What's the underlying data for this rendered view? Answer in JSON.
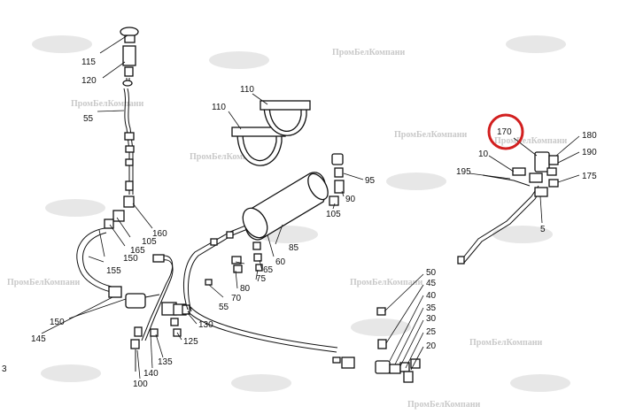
{
  "watermark": {
    "text": "ПромБелКомпани"
  },
  "highlight": {
    "callout": "170",
    "color": "#d21f1f"
  },
  "callouts": {
    "c5": "5",
    "c10": "10",
    "c20": "20",
    "c25": "25",
    "c30": "30",
    "c35": "35",
    "c45": "45",
    "c50": "50",
    "c55a": "55",
    "c55b": "55",
    "c60": "60",
    "c65": "65",
    "c70": "70",
    "c75": "75",
    "c80": "80",
    "c85": "85",
    "c90": "90",
    "c95": "95",
    "c100": "100",
    "c105a": "105",
    "c105b": "105",
    "c110a": "110",
    "c110b": "110",
    "c115": "115",
    "c120": "120",
    "c125": "125",
    "c130": "130",
    "c135": "135",
    "c140": "140",
    "c145": "145",
    "c150a": "150",
    "c150b": "150",
    "c155": "155",
    "c160": "160",
    "c165": "165",
    "c170": "170",
    "c175": "175",
    "c180": "180",
    "c190": "190",
    "c195": "195",
    "c40": "40"
  },
  "page_marker": "3"
}
